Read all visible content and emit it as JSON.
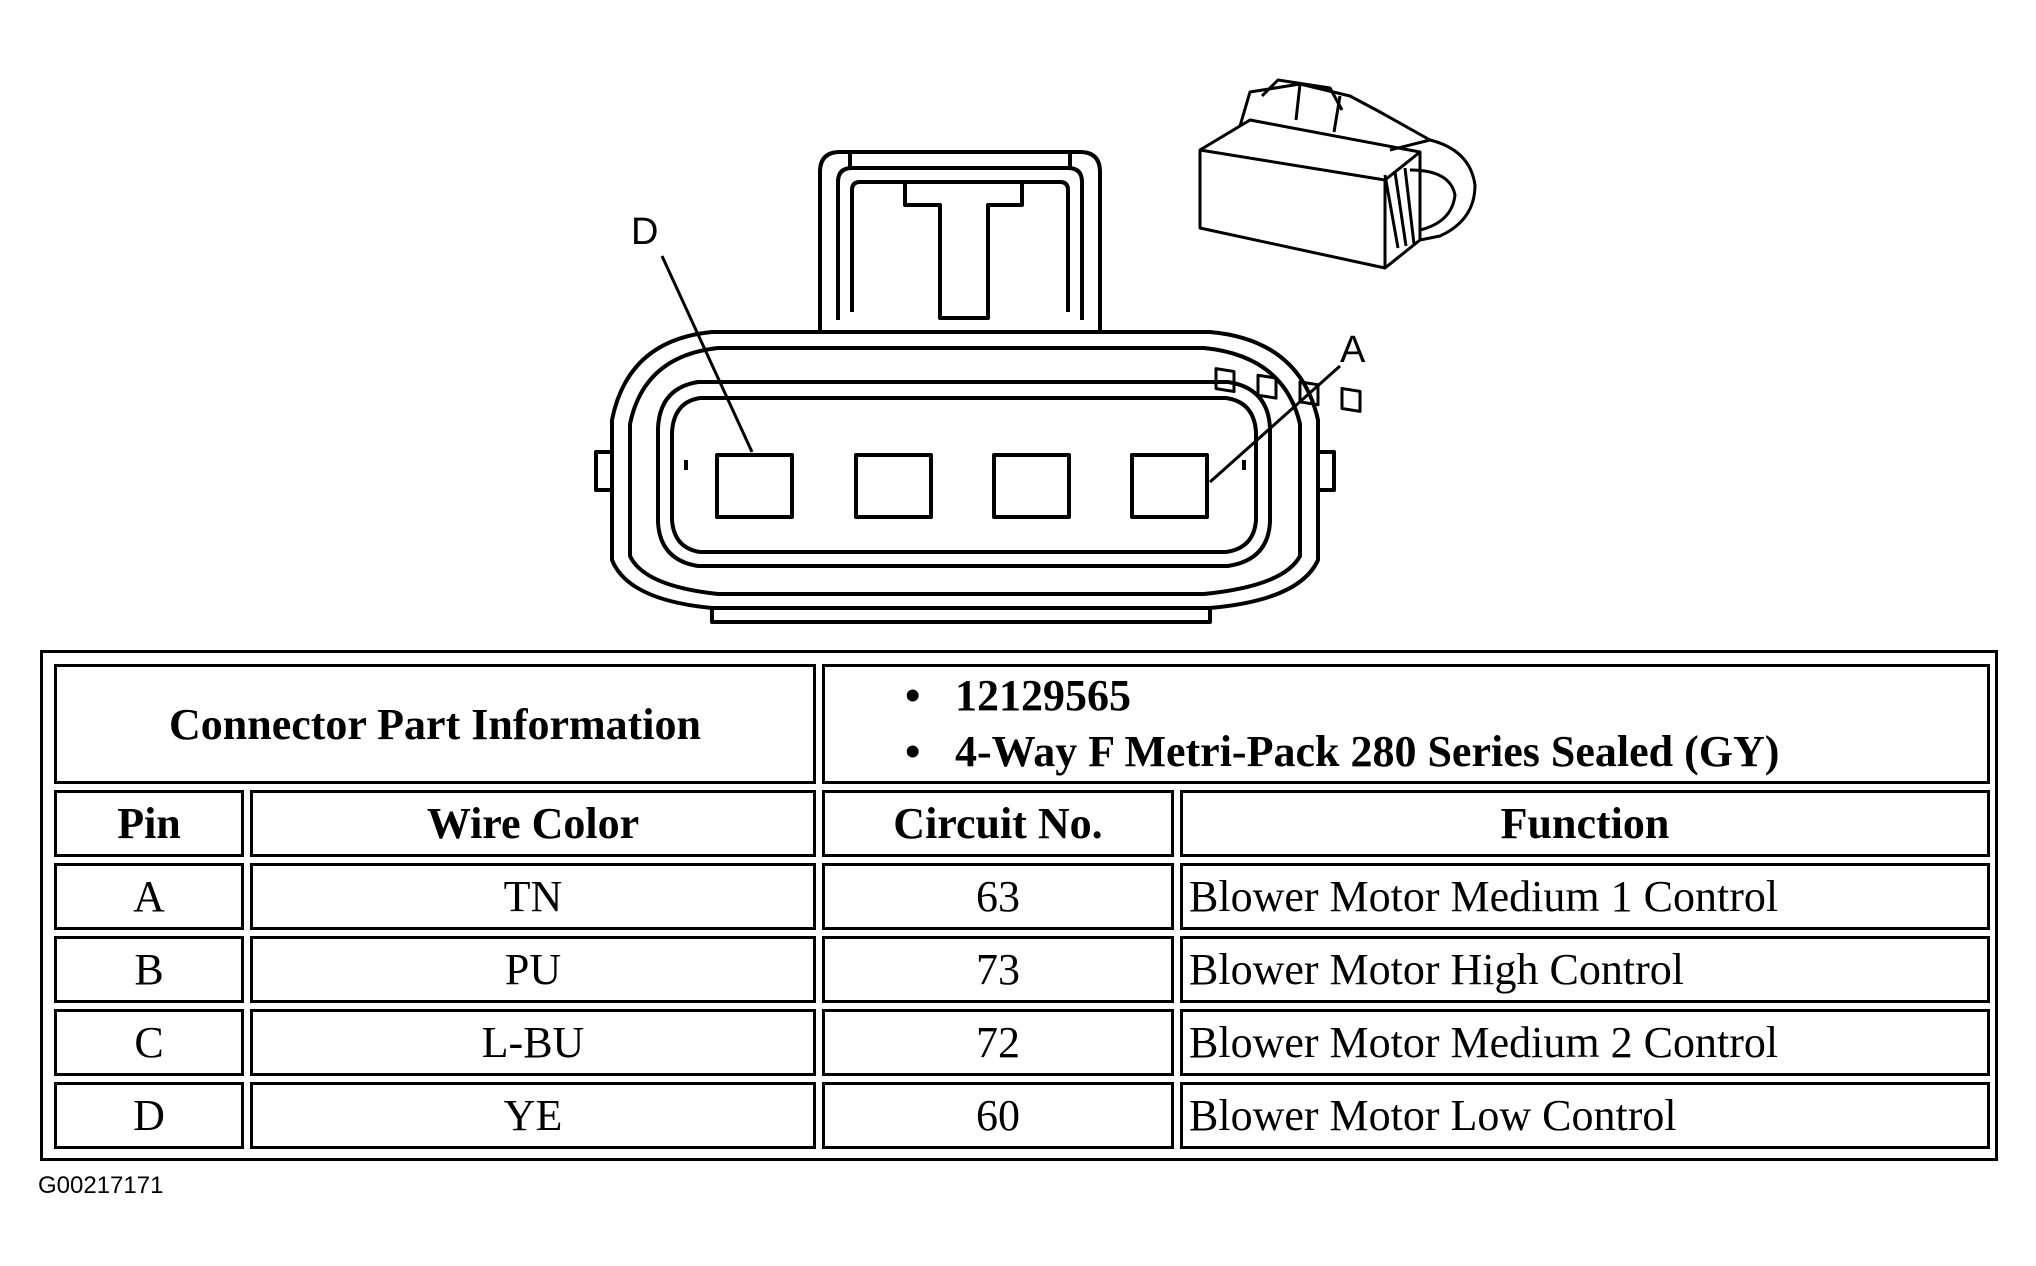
{
  "diagram": {
    "pin_labels": {
      "left": "D",
      "right": "A"
    }
  },
  "connector": {
    "part_info_label": "Connector Part Information",
    "part_info_items": [
      "12129565",
      "4-Way F Metri-Pack 280 Series Sealed (GY)"
    ]
  },
  "table": {
    "headers": {
      "pin": "Pin",
      "wire_color": "Wire Color",
      "circuit_no": "Circuit No.",
      "function": "Function"
    },
    "rows": [
      {
        "pin": "A",
        "wire_color": "TN",
        "circuit_no": "63",
        "function": "Blower Motor Medium 1 Control"
      },
      {
        "pin": "B",
        "wire_color": "PU",
        "circuit_no": "73",
        "function": "Blower Motor High Control"
      },
      {
        "pin": "C",
        "wire_color": "L-BU",
        "circuit_no": "72",
        "function": "Blower Motor Medium 2 Control"
      },
      {
        "pin": "D",
        "wire_color": "YE",
        "circuit_no": "60",
        "function": "Blower Motor Low Control"
      }
    ]
  },
  "figure_id": "G00217171"
}
